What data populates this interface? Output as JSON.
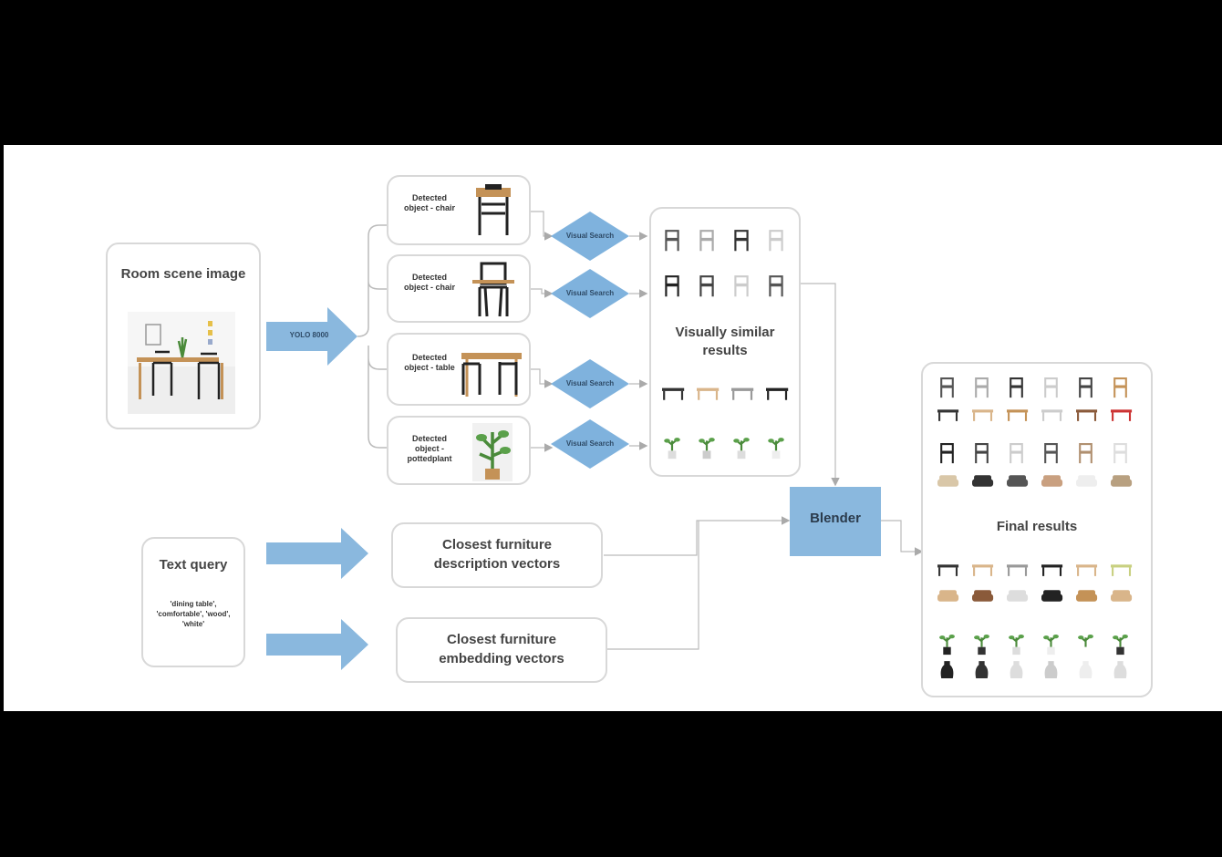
{
  "diagram": {
    "room_scene": {
      "title": "Room scene image"
    },
    "arrow_label": "YOLO 8000",
    "detected": [
      {
        "label": "Detected object - chair"
      },
      {
        "label": "Detected object - chair"
      },
      {
        "label": "Detected object - table"
      },
      {
        "label": "Detected object - pottedplant"
      }
    ],
    "visual_search_label": "Visual Search",
    "visual_results_title": "Visually similar results",
    "text_query": {
      "title": "Text query",
      "body": "'dining table', 'comfortable', 'wood', 'white'"
    },
    "closest_description": "Closest furniture description vectors",
    "closest_embedding": "Closest furniture embedding vectors",
    "blender": "Blender",
    "final_results_title": "Final results",
    "colors": {
      "accent_blue": "#8ab8de",
      "diamond_blue": "#7fb2dd",
      "box_border": "#d8d8d8",
      "connector": "#bbbbbb"
    },
    "icons": [
      "chair-icon",
      "table-icon",
      "plant-icon",
      "vase-icon"
    ]
  }
}
